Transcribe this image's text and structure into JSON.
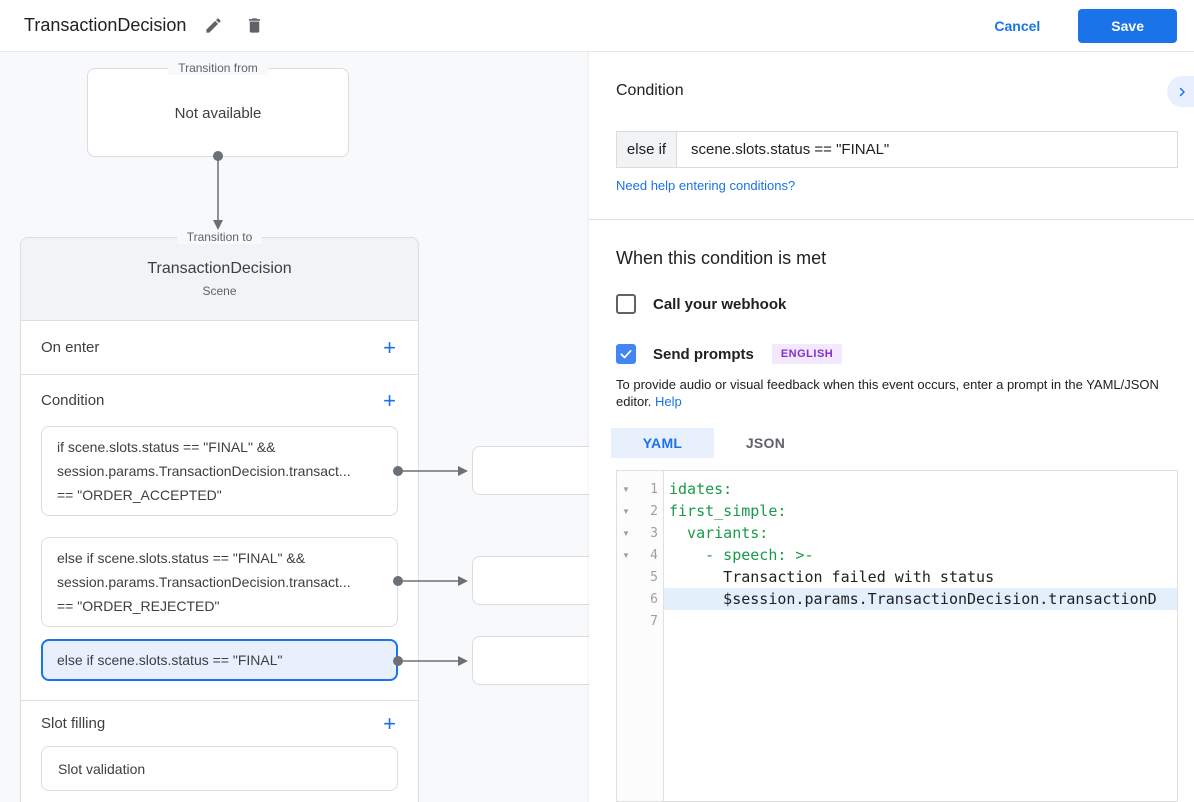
{
  "colors": {
    "accent": "#1a73e8",
    "checkbox_checked": "#4285f4",
    "selected_bg": "#e8f0fe",
    "code_key_green": "#189b4a",
    "badge_bg": "#f3e8fd",
    "badge_text": "#8430ce",
    "connector_gray": "#6b7075"
  },
  "header": {
    "title": "TransactionDecision",
    "edit_icon": "pencil-icon",
    "delete_icon": "trash-icon",
    "cancel_label": "Cancel",
    "save_label": "Save"
  },
  "flow": {
    "transition_from": {
      "legend": "Transition from",
      "value": "Not available"
    },
    "transition_to": {
      "legend": "Transition to",
      "title": "TransactionDecision",
      "subtitle": "Scene",
      "on_enter": {
        "label": "On enter",
        "add_label": "+"
      },
      "condition": {
        "label": "Condition",
        "add_label": "+",
        "cards": [
          {
            "selected": false,
            "lines": [
              "if scene.slots.status == \"FINAL\" &&",
              "session.params.TransactionDecision.transact...",
              "== \"ORDER_ACCEPTED\""
            ]
          },
          {
            "selected": false,
            "lines": [
              "else if scene.slots.status == \"FINAL\" &&",
              "session.params.TransactionDecision.transact...",
              "== \"ORDER_REJECTED\""
            ]
          },
          {
            "selected": true,
            "lines": [
              "else if scene.slots.status == \"FINAL\""
            ]
          }
        ]
      },
      "slot_filling": {
        "label": "Slot filling",
        "add_label": "+",
        "cards": [
          {
            "label": "Slot validation"
          }
        ]
      }
    },
    "handler_boxes": [
      {
        "selected": true
      },
      {
        "selected": false
      },
      {
        "selected": false
      }
    ]
  },
  "panel": {
    "condition_heading": "Condition",
    "collapse_icon": "chevron-right-icon",
    "condition_prefix": "else if",
    "condition_value": "scene.slots.status == \"FINAL\"",
    "help_link": "Need help entering conditions?",
    "when_heading": "When this condition is met",
    "webhook": {
      "label": "Call your webhook",
      "checked": false
    },
    "prompts": {
      "label": "Send prompts",
      "checked": true,
      "language_badge": "ENGLISH"
    },
    "helper_text": "To provide audio or visual feedback when this event occurs, enter a prompt in the YAML/JSON editor. ",
    "helper_link": "Help",
    "tabs": [
      {
        "label": "YAML",
        "active": true
      },
      {
        "label": "JSON",
        "active": false
      }
    ],
    "editor": {
      "lines": [
        {
          "n": "1",
          "fold": true,
          "kind": "key",
          "highlight": false,
          "text": "idates:"
        },
        {
          "n": "2",
          "fold": true,
          "kind": "key",
          "highlight": false,
          "text": "first_simple:"
        },
        {
          "n": "3",
          "fold": true,
          "kind": "key",
          "highlight": false,
          "text": "  variants:"
        },
        {
          "n": "4",
          "fold": true,
          "kind": "key",
          "highlight": false,
          "text": "    - speech: >-"
        },
        {
          "n": "5",
          "fold": false,
          "kind": "plain",
          "highlight": false,
          "text": "      Transaction failed with status"
        },
        {
          "n": "6",
          "fold": false,
          "kind": "plain",
          "highlight": true,
          "text": "      $session.params.TransactionDecision.transactionD"
        },
        {
          "n": "7",
          "fold": false,
          "kind": "plain",
          "highlight": false,
          "text": ""
        }
      ]
    }
  }
}
